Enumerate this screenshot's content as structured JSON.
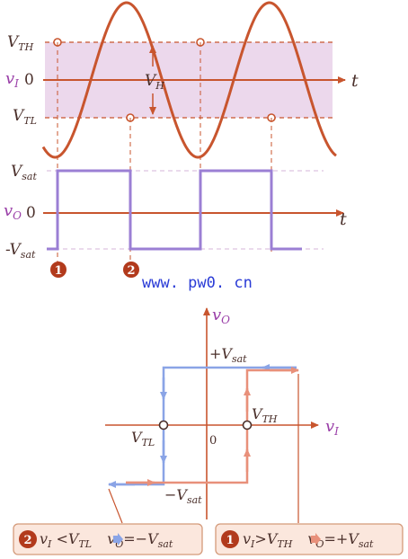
{
  "colors": {
    "sine": "#c8552e",
    "square": "#9b7fd4",
    "band": "#ecd8ec",
    "loop_orange": "#e8907a",
    "loop_blue": "#8aa4e6",
    "text_dark": "#4a2f2a",
    "text_purple": "#9a3fa8",
    "marker": "#b23a1c",
    "box_fill": "#fbe7dd",
    "box_stroke": "#d49a7a",
    "watermark": "#2a3bd6"
  },
  "top_graph": {
    "label_vth_main": "V",
    "label_vth_sub": "TH",
    "label_vtl_main": "V",
    "label_vtl_sub": "TL",
    "label_vi_main": "v",
    "label_vi_sub": "I",
    "label_vi_zero": "0",
    "label_vh_main": "V",
    "label_vh_sub": "H",
    "label_t": "t"
  },
  "mid_graph": {
    "label_vsat": "V",
    "label_vsat_sub": "sat",
    "label_vo_main": "v",
    "label_vo_sub": "O",
    "label_vo_zero": "0",
    "label_negvsat": "-V",
    "label_negvsat_sub": "sat",
    "label_t": "t",
    "marker_1": "1",
    "marker_2": "2"
  },
  "watermark": "www. pw0. cn",
  "hysteresis": {
    "label_vo_main": "v",
    "label_vo_sub": "O",
    "label_vi_main": "v",
    "label_vi_sub": "I",
    "label_plus_vsat": "+V",
    "label_plus_vsat_sub": "sat",
    "label_minus_vsat": "−V",
    "label_minus_vsat_sub": "sat",
    "label_vth_main": "V",
    "label_vth_sub": "TH",
    "label_vtl_main": "V",
    "label_vtl_sub": "TL",
    "label_zero": "0"
  },
  "box_left": {
    "marker": "2",
    "a": "v",
    "a_sub": "I",
    "b": " <V",
    "b_sub": "TL",
    "c": " v",
    "c_sub": "O",
    "d": "=−V",
    "d_sub": "sat"
  },
  "box_right": {
    "marker": "1",
    "a": "v",
    "a_sub": "I",
    "b": ">V",
    "b_sub": "TH",
    "c": " v",
    "c_sub": "O",
    "d": "=+V",
    "d_sub": "sat"
  }
}
